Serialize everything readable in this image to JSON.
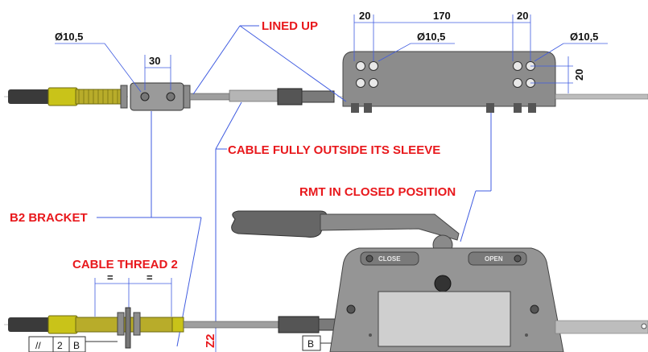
{
  "dimensions": {
    "bracket_width": "30",
    "hole_dia_left": "Ø10,5",
    "plate_left_offset": "20",
    "plate_center_span": "170",
    "plate_right_offset": "20",
    "hole_dia_plate_mid": "Ø10,5",
    "hole_dia_plate_right": "Ø10,5",
    "plate_vertical": "20",
    "z2_label": "Z2",
    "eq_left": "=",
    "eq_right": "="
  },
  "callouts": {
    "lined_up": "LINED UP",
    "cable_fully_outside": "CABLE FULLY OUTSIDE ITS SLEEVE",
    "rmt_closed": "RMT IN CLOSED POSITION",
    "b2_bracket": "B2 BRACKET",
    "cable_thread": "CABLE THREAD 2"
  },
  "mechanism": {
    "close_label": "CLOSE",
    "open_label": "OPEN"
  },
  "tolerance_frame": {
    "symbol": "//",
    "value": "2",
    "datum": "B"
  },
  "datum_tag": "B",
  "colors": {
    "callout": "#e8181c",
    "leader": "#3f5be0",
    "thread": "#c9c319",
    "metal": "#8c8c8c"
  }
}
